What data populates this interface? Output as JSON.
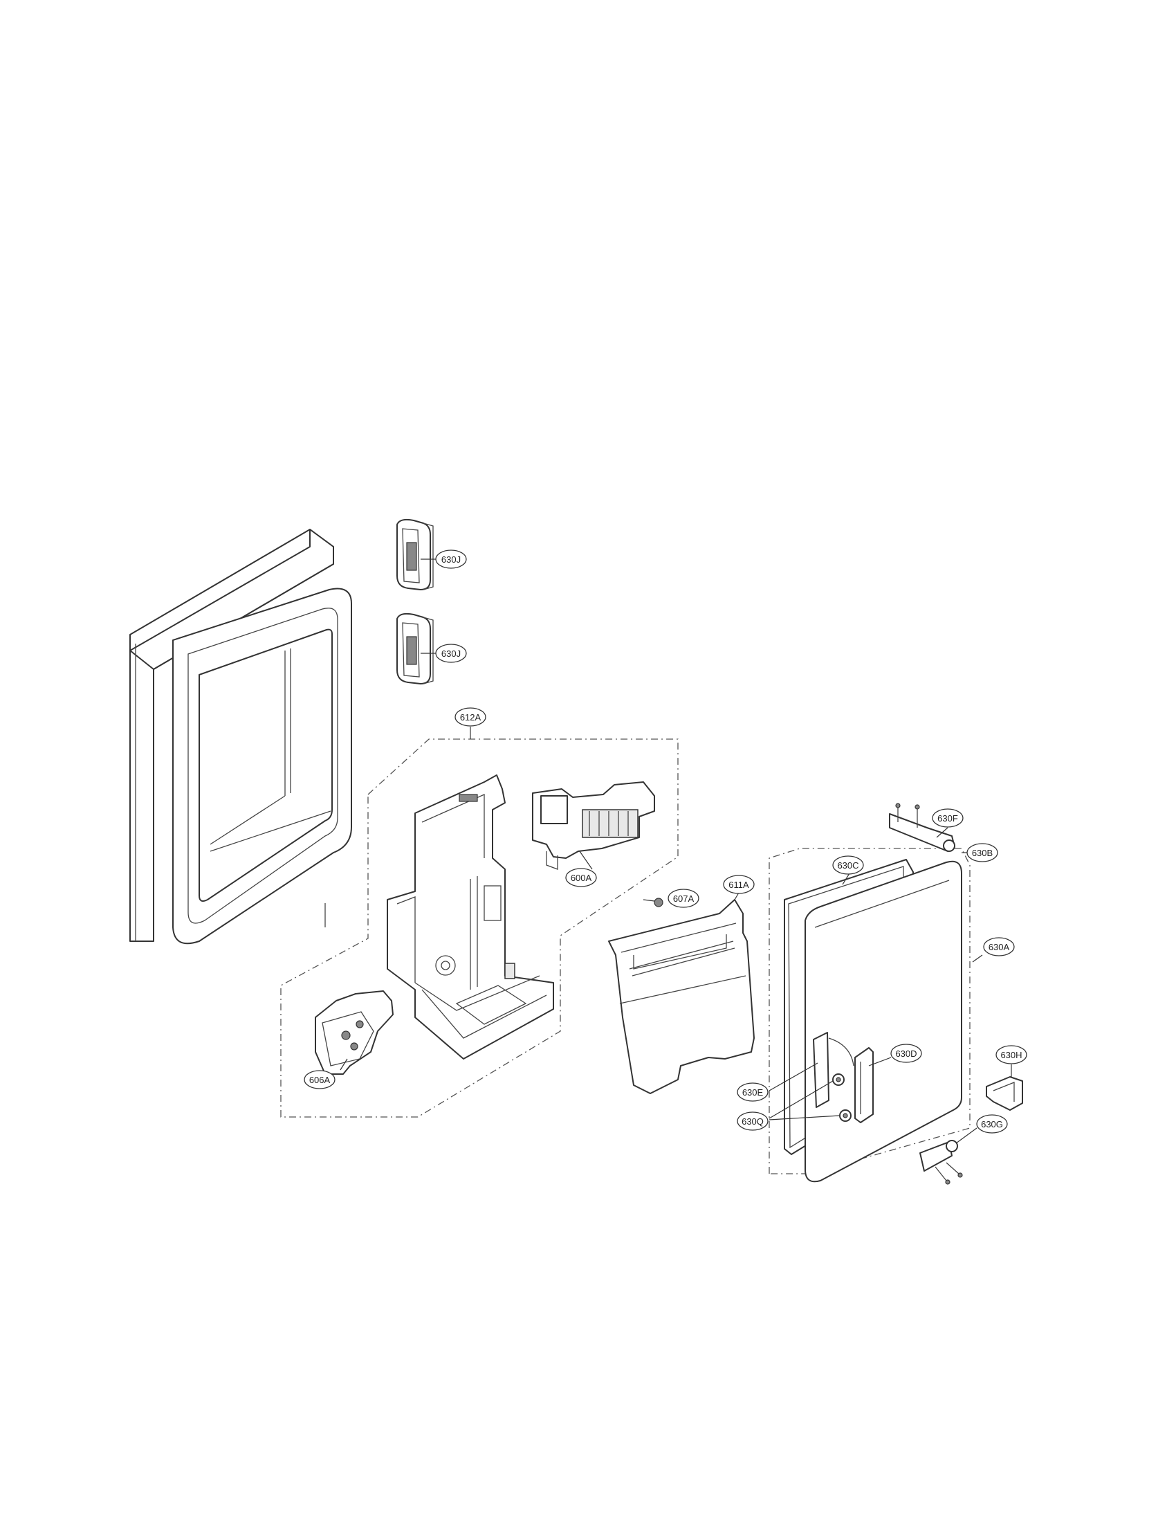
{
  "diagram": {
    "labels": [
      {
        "id": "630J_upper",
        "text": "630J"
      },
      {
        "id": "630J_lower",
        "text": "630J"
      },
      {
        "id": "612A",
        "text": "612A"
      },
      {
        "id": "600A",
        "text": "600A"
      },
      {
        "id": "607A",
        "text": "607A"
      },
      {
        "id": "611A",
        "text": "611A"
      },
      {
        "id": "606A",
        "text": "606A"
      },
      {
        "id": "630F",
        "text": "630F"
      },
      {
        "id": "630B",
        "text": "630B"
      },
      {
        "id": "630C",
        "text": "630C"
      },
      {
        "id": "630A",
        "text": "630A"
      },
      {
        "id": "630H",
        "text": "630H"
      },
      {
        "id": "630D",
        "text": "630D"
      },
      {
        "id": "630E",
        "text": "630E"
      },
      {
        "id": "630Q",
        "text": "630Q"
      },
      {
        "id": "630G",
        "text": "630G"
      }
    ]
  }
}
